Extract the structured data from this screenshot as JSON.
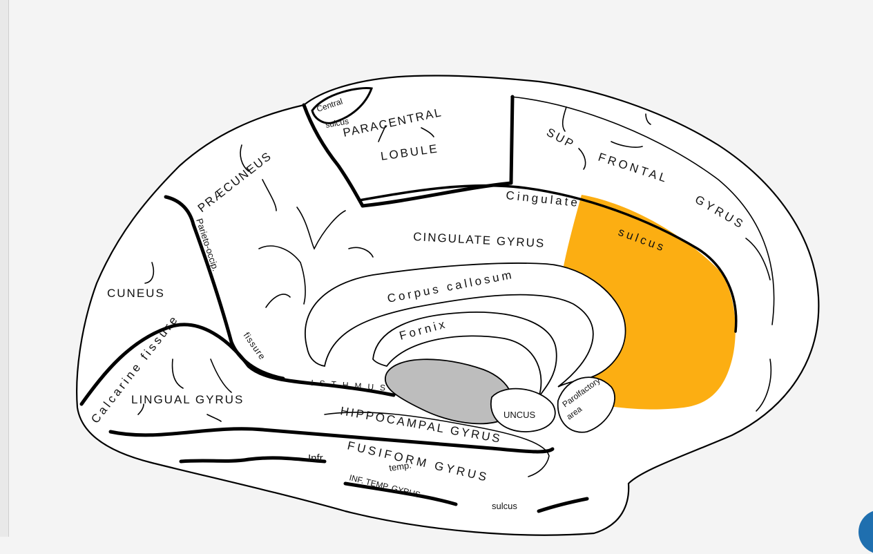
{
  "colors": {
    "highlight": "#FCAE12",
    "shaded": "#BDBDBD",
    "outline": "#000000",
    "background": "#F4F4F4",
    "corner_button": "#1F6FAF"
  },
  "labels": {
    "central_sulcus_1": "Central",
    "central_sulcus_2": "sulcus",
    "paracentral_1": "PARACENTRAL",
    "paracentral_2": "LOBULE",
    "sup": "SUP",
    "frontal": "FRONTAL",
    "gyrus": "GYRUS",
    "cingulate": "Cingulate",
    "sulcus": "sulcus",
    "cingulate_gyrus": "CINGULATE GYRUS",
    "praecuneus": "PRÆCUNEUS",
    "parieto_occip": "Parieto-occip.",
    "corpus_callosum": "Corpus callosum",
    "cuneus": "CUNEUS",
    "fornix": "Fornix",
    "calcarine": "Calcarine fissure",
    "fissure": "fissure",
    "isthmus": "ISTHMUS",
    "lingual_gyrus": "LINGUAL GYRUS",
    "hippocampal_gyrus": "HIPPOCAMPAL GYRUS",
    "uncus": "UNCUS",
    "parolfactory_1": "Parolfactory",
    "parolfactory_2": "area",
    "fusiform_gyrus": "FUSIFORM GYRUS",
    "infr": "Infr",
    "temp": "temp.",
    "inf_temp_gyrus": "INF. TEMP. GYRUS",
    "sulcus_bottom": "sulcus"
  },
  "icons": {
    "corner_button": "circle-button-icon"
  }
}
